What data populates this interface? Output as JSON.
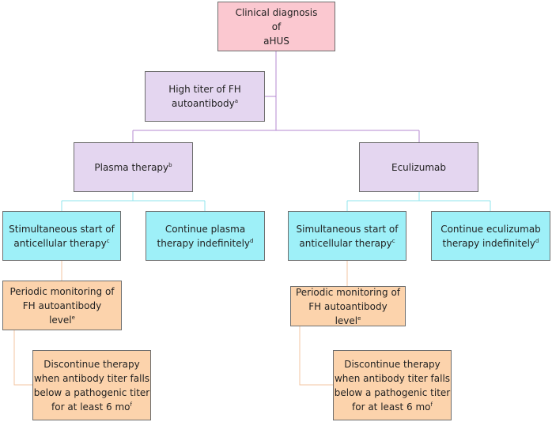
{
  "nodes": {
    "diagnosis": {
      "lines": [
        "Clinical diagnosis",
        "of",
        "aHUS"
      ]
    },
    "high_titer": {
      "lines": [
        "High titer of FH",
        "autoantibody"
      ],
      "sup": "a"
    },
    "plasma": {
      "lines": [
        "Plasma therapy"
      ],
      "sup": "b"
    },
    "eculizumab": {
      "lines": [
        "Eculizumab"
      ]
    },
    "left_start": {
      "lines": [
        "Stimultaneous start of",
        "anticellular therapy"
      ],
      "sup": "c"
    },
    "left_continue": {
      "lines": [
        "Continue plasma",
        "therapy indefinitely"
      ],
      "sup": "d"
    },
    "right_start": {
      "lines": [
        "Simultaneous start of",
        "anticellular therapy"
      ],
      "sup": "c"
    },
    "right_continue": {
      "lines": [
        "Continue eculizumab",
        "therapy indefinitely"
      ],
      "sup": "d"
    },
    "left_monitor": {
      "lines": [
        "Periodic monitoring of",
        "FH autoantibody",
        "level"
      ],
      "sup": "e"
    },
    "right_monitor": {
      "lines": [
        "Periodic monitoring of",
        "FH autoantibody",
        "level"
      ],
      "sup": "e"
    },
    "left_discontinue": {
      "lines": [
        "Discontinue therapy",
        "when antibody titer falls",
        "below a pathogenic titer",
        "for at least 6 mo"
      ],
      "sup": "f"
    },
    "right_discontinue": {
      "lines": [
        "Discontinue therapy",
        "when antibody titer falls",
        "below a pathogenic titer",
        "for at least 6 mo"
      ],
      "sup": "f"
    }
  },
  "colors": {
    "diagnosis": "#fbc8d0",
    "decision": "#e4d6f0",
    "action": "#9ef0f8",
    "monitor": "#fcd3ac",
    "link_main": "#b48ad0",
    "link_cyan": "#8fe4ee",
    "link_peach": "#f3c6a0"
  }
}
